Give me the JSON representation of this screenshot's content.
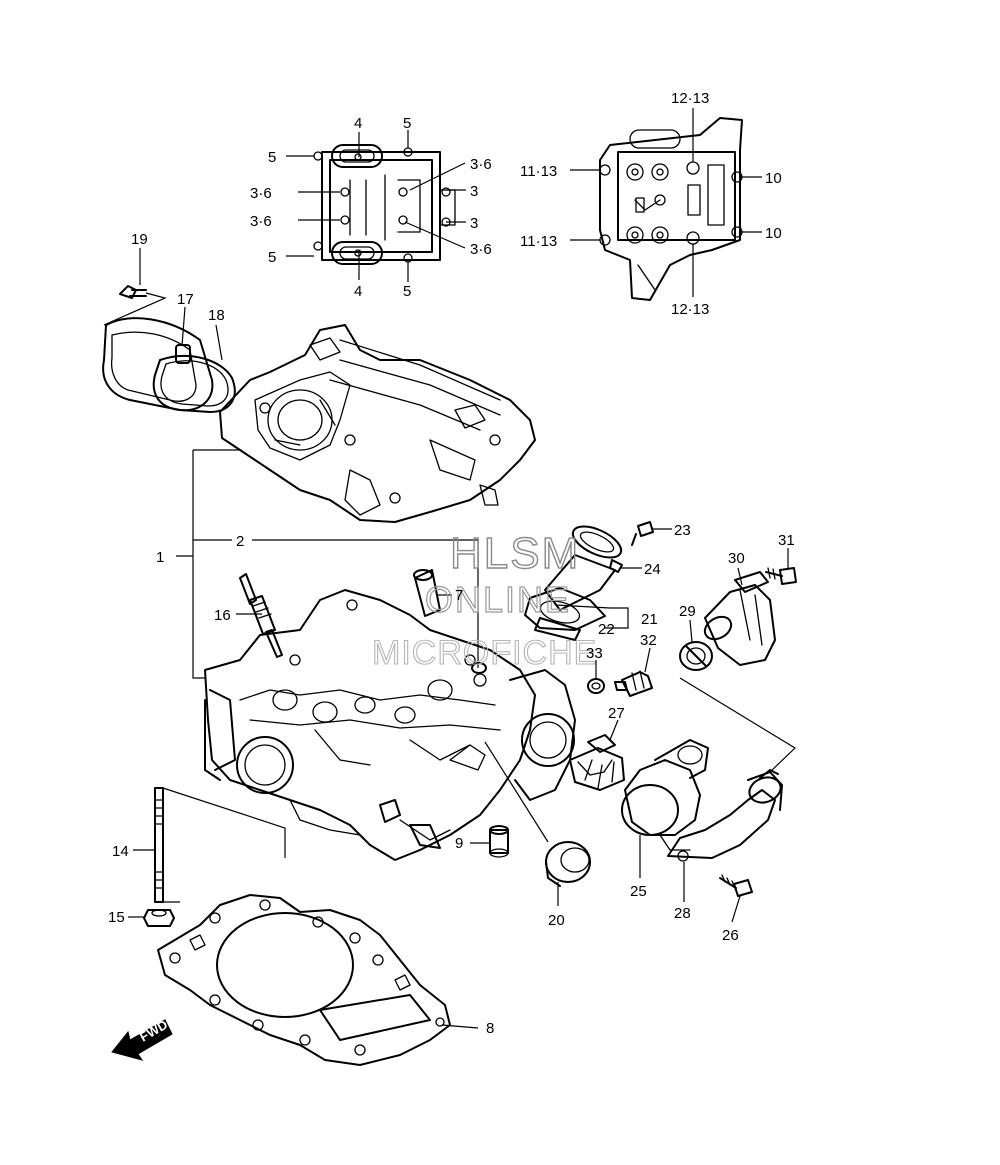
{
  "watermark": {
    "line1": "HLSM",
    "line2": "ONLINE",
    "line3": "MICROFICHE"
  },
  "direction_label": "FWD",
  "callouts": [
    {
      "id": "c1",
      "text": "1"
    },
    {
      "id": "c2",
      "text": "2"
    },
    {
      "id": "c3a",
      "text": "3"
    },
    {
      "id": "c3b",
      "text": "3"
    },
    {
      "id": "c36a",
      "text": "3·6"
    },
    {
      "id": "c36b",
      "text": "3·6"
    },
    {
      "id": "c36c",
      "text": "3·6"
    },
    {
      "id": "c36d",
      "text": "3·6"
    },
    {
      "id": "c4a",
      "text": "4"
    },
    {
      "id": "c4b",
      "text": "4"
    },
    {
      "id": "c5a",
      "text": "5"
    },
    {
      "id": "c5b",
      "text": "5"
    },
    {
      "id": "c5c",
      "text": "5"
    },
    {
      "id": "c5d",
      "text": "5"
    },
    {
      "id": "c7",
      "text": "7"
    },
    {
      "id": "c8",
      "text": "8"
    },
    {
      "id": "c9",
      "text": "9"
    },
    {
      "id": "c10a",
      "text": "10"
    },
    {
      "id": "c10b",
      "text": "10"
    },
    {
      "id": "c1113a",
      "text": "11·13"
    },
    {
      "id": "c1113b",
      "text": "11·13"
    },
    {
      "id": "c1213a",
      "text": "12·13"
    },
    {
      "id": "c1213b",
      "text": "12·13"
    },
    {
      "id": "c14",
      "text": "14"
    },
    {
      "id": "c15",
      "text": "15"
    },
    {
      "id": "c16",
      "text": "16"
    },
    {
      "id": "c17",
      "text": "17"
    },
    {
      "id": "c18",
      "text": "18"
    },
    {
      "id": "c19",
      "text": "19"
    },
    {
      "id": "c20",
      "text": "20"
    },
    {
      "id": "c21",
      "text": "21"
    },
    {
      "id": "c22",
      "text": "22"
    },
    {
      "id": "c23",
      "text": "23"
    },
    {
      "id": "c24",
      "text": "24"
    },
    {
      "id": "c25",
      "text": "25"
    },
    {
      "id": "c26",
      "text": "26"
    },
    {
      "id": "c27",
      "text": "27"
    },
    {
      "id": "c28",
      "text": "28"
    },
    {
      "id": "c29",
      "text": "29"
    },
    {
      "id": "c30",
      "text": "30"
    },
    {
      "id": "c31",
      "text": "31"
    },
    {
      "id": "c32",
      "text": "32"
    },
    {
      "id": "c33",
      "text": "33"
    }
  ]
}
